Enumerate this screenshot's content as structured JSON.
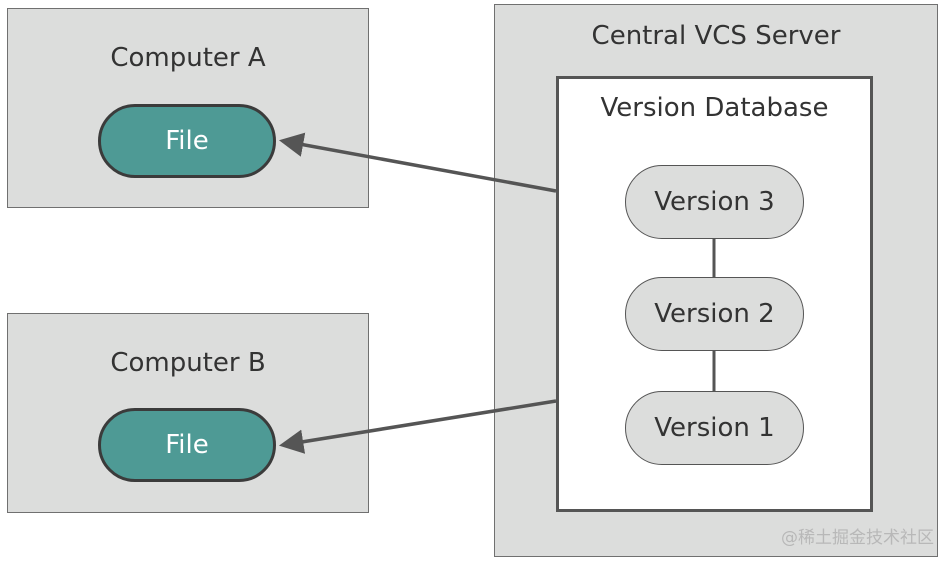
{
  "computer_a": {
    "title": "Computer A",
    "file_label": "File"
  },
  "computer_b": {
    "title": "Computer B",
    "file_label": "File"
  },
  "server": {
    "title": "Central VCS Server",
    "database": {
      "title": "Version Database",
      "versions": [
        "Version 3",
        "Version 2",
        "Version 1"
      ]
    }
  },
  "watermark": "@稀土掘金技术社区",
  "colors": {
    "box_fill": "#dcdddc",
    "file_fill": "#4e9a95",
    "border": "#555555",
    "text": "#333333"
  }
}
